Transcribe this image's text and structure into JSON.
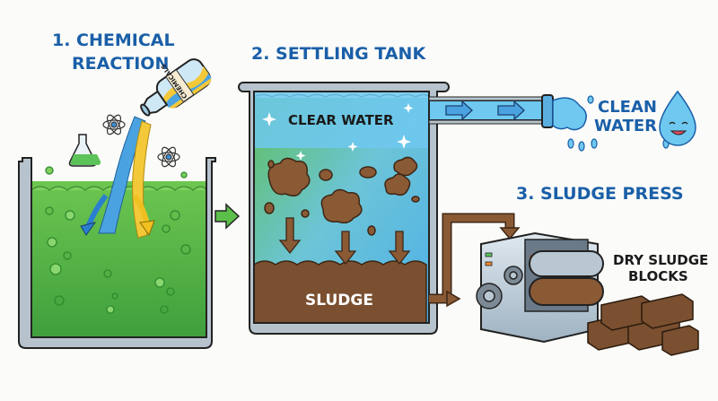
{
  "diagram": {
    "stages": [
      {
        "step": "1. CHEMICAL",
        "step_line2": "REACTION"
      },
      {
        "step": "2. SETTLING TANK"
      },
      {
        "step": "3. SLUDGE PRESS"
      }
    ],
    "labels": {
      "bottle": "CHEMICALS",
      "clear_water": "CLEAR WATER",
      "sludge": "SLUDGE",
      "clean_water_line1": "CLEAN",
      "clean_water_line2": "WATER",
      "dry_sludge_line1": "DRY SLUDGE",
      "dry_sludge_line2": "BLOCKS"
    },
    "colors": {
      "title_blue": "#1a5fa8",
      "reaction_green": "#4caf3f",
      "water_blue": "#5bb8e8",
      "sludge_brown": "#7a5030",
      "tank_gray": "#b7c3cc"
    }
  }
}
